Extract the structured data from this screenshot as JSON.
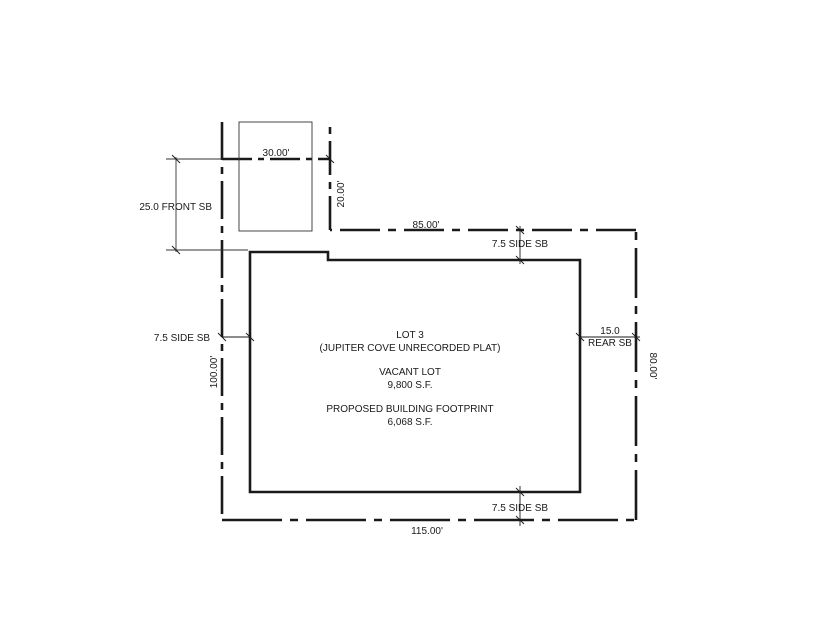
{
  "colors": {
    "line": "#1a1a1a",
    "background": "#ffffff"
  },
  "dimensions": {
    "access_width": "30.00'",
    "access_length": "20.00'",
    "top_lot": "85.00'",
    "left_lot": "100.00'",
    "right_lot": "80.00'",
    "bottom_lot": "115.00'"
  },
  "setbacks": {
    "front": "25.0 FRONT SB",
    "side_left": "7.5 SIDE SB",
    "side_top": "7.5 SIDE SB",
    "side_bottom": "7.5 SIDE SB",
    "rear_line1": "15.0",
    "rear_line2": "REAR SB"
  },
  "lot": {
    "title": "LOT 3",
    "plat": "(JUPITER COVE UNRECORDED PLAT)",
    "status": "VACANT LOT",
    "area": "9,800 S.F.",
    "footprint_label": "PROPOSED BUILDING FOOTPRINT",
    "footprint_area": "6,068 S.F."
  }
}
